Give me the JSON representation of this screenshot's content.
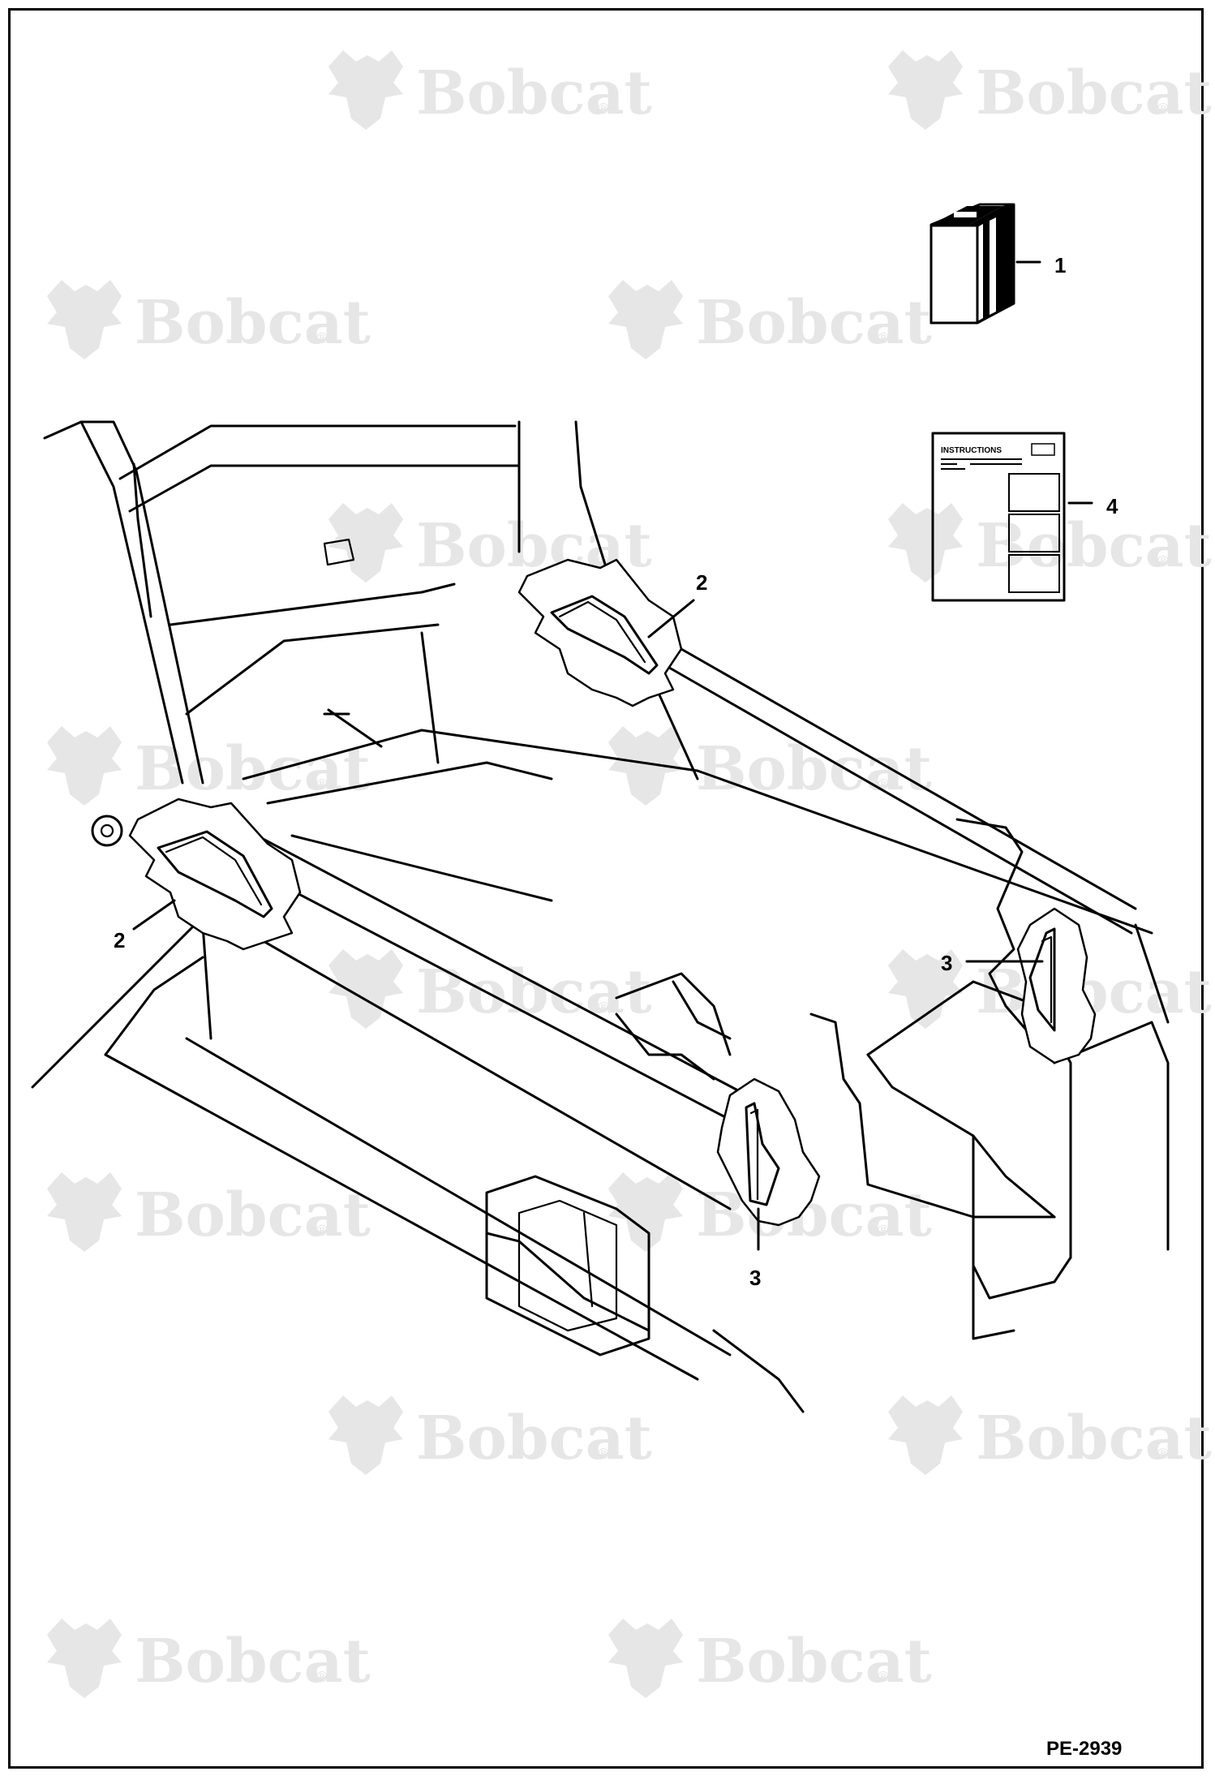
{
  "watermark": {
    "brand": "Bobcat",
    "reg_mark": "®"
  },
  "callouts": {
    "item_1": "1",
    "item_2": "2",
    "item_3": "3",
    "item_4": "4"
  },
  "instruction_card": {
    "title": "INSTRUCTIONS"
  },
  "drawing_id": "PE-2939"
}
